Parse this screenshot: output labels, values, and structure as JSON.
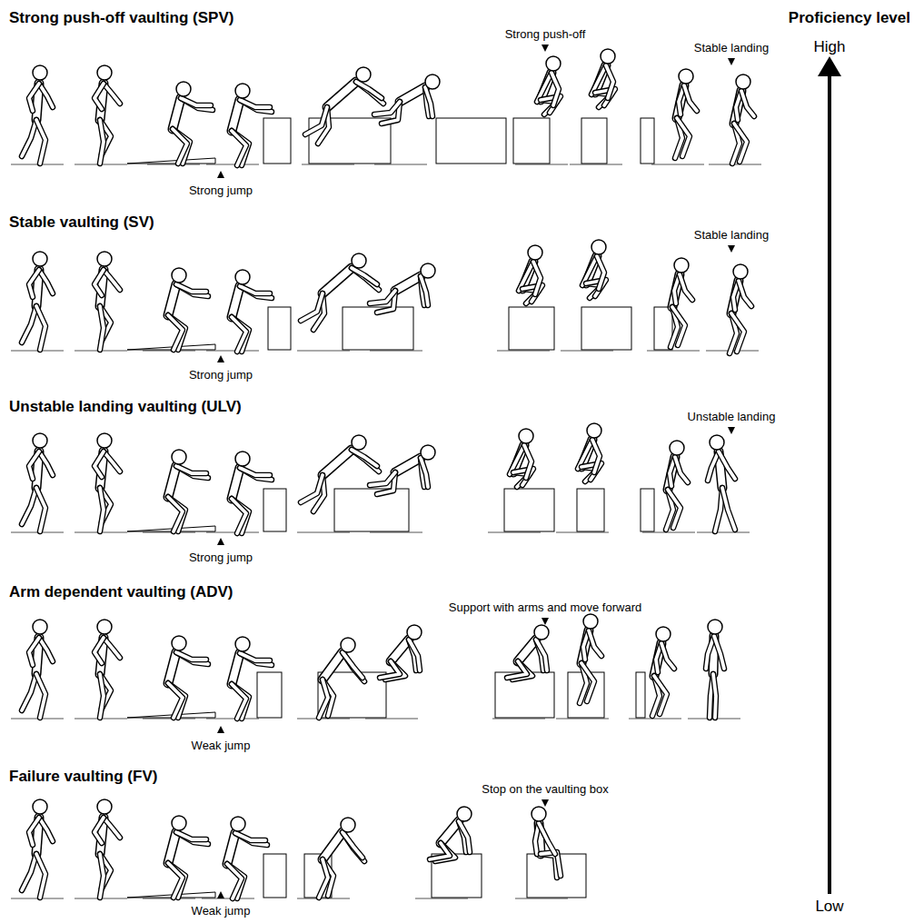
{
  "diagram": {
    "labels": [
      "Strong push-off vaulting (SPV)",
      "Strong push-off",
      "Stable landing",
      "Proficiency level",
      "High",
      "Strong jump",
      "Stable vaulting (SV)",
      "Stable landing",
      "Strong jump",
      "Unstable landing vaulting (ULV)",
      "Unstable landing",
      "Strong jump",
      "Arm dependent vaulting (ADV)",
      "Support with arms and move forward",
      "Weak jump",
      "Failure vaulting (FV)",
      "Stop on the vaulting box",
      "Weak jump",
      "Low"
    ]
  }
}
